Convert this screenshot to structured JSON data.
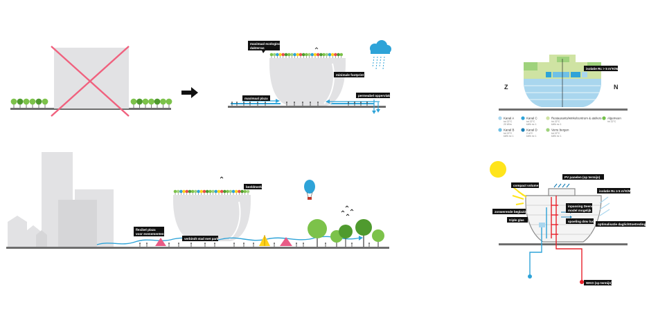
{
  "panels": {
    "before": {
      "name": "removed-building"
    },
    "after": {
      "labels": {
        "eco_roof": [
          "maximaal ecologisch",
          "dakterras"
        ],
        "footprint": "minimale footprint",
        "plaza": "maximaal plaza",
        "permeable": "permeabel oppervlak"
      }
    },
    "city": {
      "labels": {
        "landmark": "beeldmerk",
        "plaza": [
          "flexibel plaza",
          "voor evenementen"
        ],
        "park": "verbindt stad met park"
      }
    },
    "section": {
      "left_letter": "Z",
      "right_letter": "N",
      "insulation": "isolatie Rc > 5 m²K/W",
      "legend": [
        {
          "label": "Kanal A",
          "sub": [
            "tot 22°C",
            "20 W/m"
          ],
          "color": "#a9d6ee"
        },
        {
          "label": "Kanal C",
          "sub": [
            "tot 22°C",
            "kWh m² 1"
          ],
          "color": "#2ea3d8"
        },
        {
          "label": "Restaurants/winkelcentrum & ateliers",
          "sub": [
            "hh 22°C",
            "kWh m² 1"
          ],
          "color": "#cfe3a3"
        },
        {
          "label": "Algemeen",
          "sub": [
            "hh 22°C"
          ],
          "color": "#73c04a"
        },
        {
          "label": "Kanal B",
          "sub": [
            "tot 22°C",
            "kWh m² 1"
          ],
          "color": "#6fc0e6"
        },
        {
          "label": "Kanal D",
          "sub": [
            "2 m°C",
            "kWh m² 1"
          ],
          "color": "#1a7fb6"
        },
        {
          "label": "Verre bergen",
          "sub": [
            "tot 22°C",
            "kWh m² 1"
          ],
          "color": "#9fd27c"
        }
      ]
    },
    "energy": {
      "labels": {
        "compact": "compact volume",
        "pv": "PV panelen (op termijn)",
        "insulation": "isolatie Rc ≥ 5 m²K/W",
        "sun_shading": [
          "zonwerende beglazing"
        ],
        "triple_glass": "triple glas",
        "exchange": [
          "inpassing Deens",
          "model mogelijk"
        ],
        "ventilation": "spoeling dmv lucht",
        "daylight": "optimalisatie daglichttoetreding",
        "wko": "WKO (op termijn)"
      }
    }
  },
  "colors": {
    "ground": "#6e6e6e",
    "building": "#e2e2e4",
    "cross": "#f0617e",
    "tree_green": "#7cc24a",
    "tree_dark": "#4f9a2e",
    "water_blue": "#33aee4",
    "hot_red": "#e8202a",
    "sun": "#ffe41b",
    "tag_bg": "#111111"
  }
}
